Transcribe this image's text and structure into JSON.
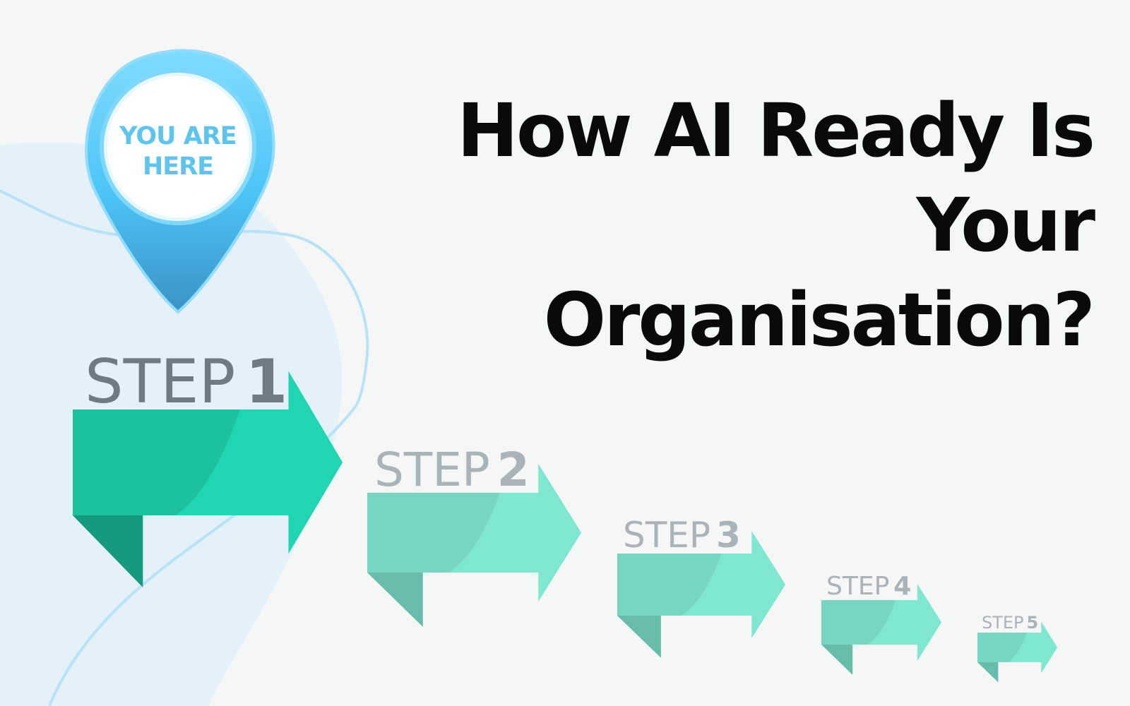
{
  "title": {
    "line1": "How AI Ready Is",
    "line2": "Your Organisation?"
  },
  "marker": {
    "line1": "YOU ARE",
    "line2": "HERE"
  },
  "steps": [
    {
      "word": "STEP",
      "number": "1",
      "state": "current"
    },
    {
      "word": "STEP",
      "number": "2",
      "state": "upcoming"
    },
    {
      "word": "STEP",
      "number": "3",
      "state": "upcoming"
    },
    {
      "word": "STEP",
      "number": "4",
      "state": "upcoming"
    },
    {
      "word": "STEP",
      "number": "5",
      "state": "upcoming"
    }
  ],
  "colors": {
    "background": "#f5f7f7",
    "current_arrow": "#1fd6b0",
    "upcoming_arrow": "#7fe6cf",
    "marker_blue": "#4fc4f5",
    "marker_text": "#5ec4ee",
    "current_label": "#6f7b82",
    "upcoming_label": "#aab3b8"
  }
}
